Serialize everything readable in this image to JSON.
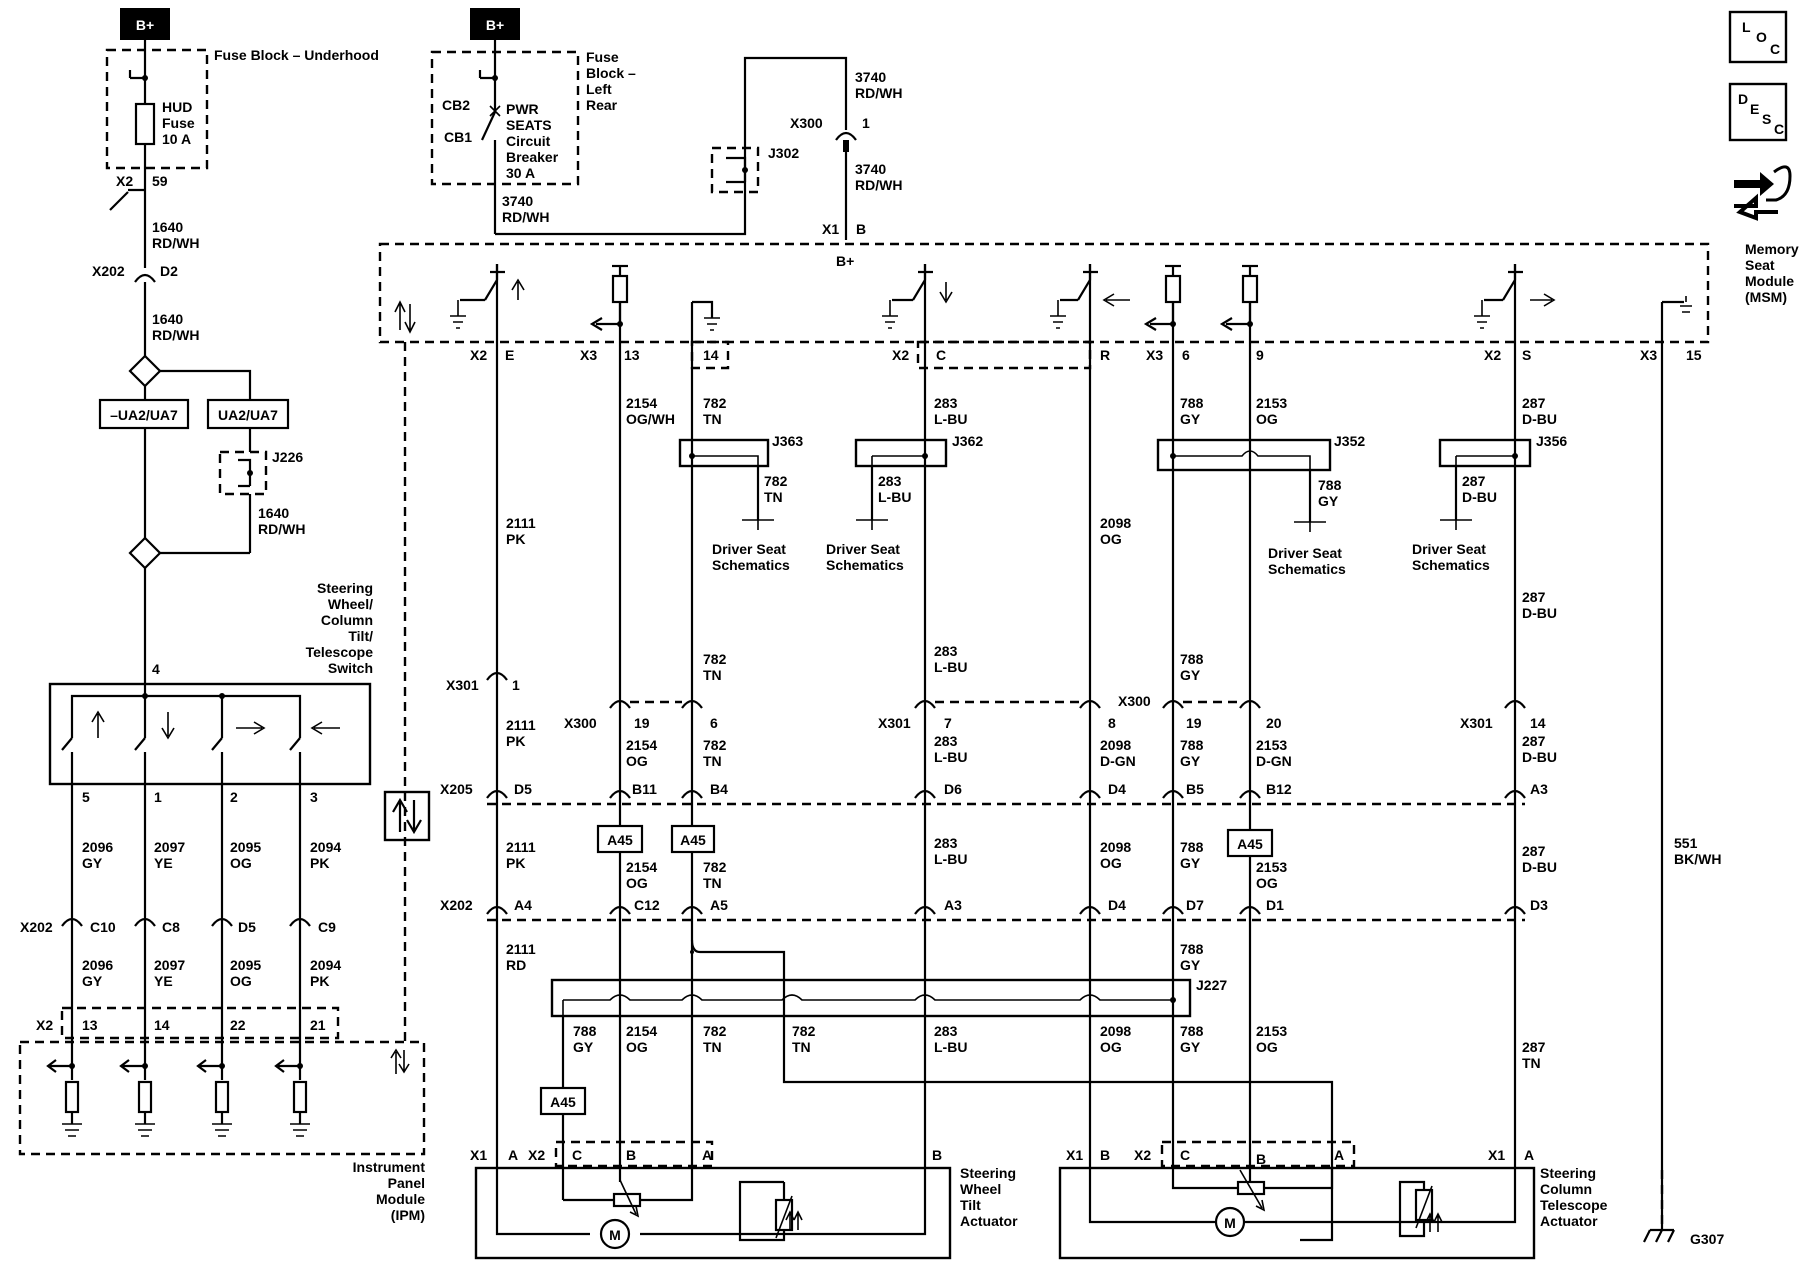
{
  "power": {
    "bplus_label": "B+",
    "bplus_msm": "B+"
  },
  "fuse_block_underhood": {
    "title": "Fuse Block – Underhood",
    "fuse_label": "HUD Fuse 10 A",
    "connector": "X2",
    "pin": "59"
  },
  "fuse_block_left_rear": {
    "title": "Fuse Block – Left Rear",
    "breaker_label": "PWR SEATS Circuit Breaker 30 A",
    "cb2": "CB2",
    "cb1": "CB1"
  },
  "circuits": {
    "c1640": "1640",
    "rdwh": "RD/WH",
    "c3740": "3740",
    "x300": "X300",
    "x300_pin": "1",
    "x1": "X1",
    "x1_pin": "B",
    "x202": "X202",
    "x202_pin": "D2",
    "j302": "J302",
    "j226": "J226",
    "opt_no": "–UA2/UA7",
    "opt_yes": "UA2/UA7"
  },
  "msm": {
    "title": "Memory Seat Module (MSM)",
    "pins": [
      {
        "conn": "X2",
        "pin": "E"
      },
      {
        "conn": "X3",
        "pin": "13"
      },
      {
        "conn": "",
        "pin": "14"
      },
      {
        "conn": "X2",
        "pin": "C"
      },
      {
        "conn": "",
        "pin": "R"
      },
      {
        "conn": "X3",
        "pin": "6"
      },
      {
        "conn": "",
        "pin": "9"
      },
      {
        "conn": "X2",
        "pin": "S"
      },
      {
        "conn": "X3",
        "pin": "15"
      }
    ]
  },
  "switch": {
    "title": "Steering Wheel/ Column Tilt/ Telescope Switch",
    "pin_in": "4",
    "pins": [
      "5",
      "1",
      "2",
      "3"
    ],
    "wires_top": [
      {
        "num": "2096",
        "color": "GY"
      },
      {
        "num": "2097",
        "color": "YE"
      },
      {
        "num": "2095",
        "color": "OG"
      },
      {
        "num": "2094",
        "color": "PK"
      }
    ],
    "x202_pins": [
      "C10",
      "C8",
      "D5",
      "C9"
    ],
    "wires_bottom": [
      {
        "num": "2096",
        "color": "GY"
      },
      {
        "num": "2097",
        "color": "YE"
      },
      {
        "num": "2095",
        "color": "OG"
      },
      {
        "num": "2094",
        "color": "PK"
      }
    ],
    "ipm_conn": "X2",
    "ipm_pins": [
      "13",
      "14",
      "22",
      "21"
    ]
  },
  "ipm": {
    "title": "Instrument Panel Module (IPM)"
  },
  "splices": {
    "j363": "J363",
    "j362": "J362",
    "j352": "J352",
    "j356": "J356",
    "j227": "J227",
    "ref": "Driver Seat Schematics"
  },
  "columns": [
    {
      "id": "E",
      "w1": [
        "2111",
        "PK"
      ],
      "x301": "1",
      "w2": [
        "2111",
        "PK"
      ],
      "x205": "D5",
      "w3": [
        "2111",
        "PK"
      ],
      "x202": "A4",
      "w4": [
        "2111",
        "RD"
      ]
    },
    {
      "id": "13",
      "w1": [
        "2154",
        "OG/WH"
      ],
      "x300": "19",
      "w2": [
        "2154",
        "OG"
      ],
      "x205": "B11",
      "w3": [
        "2154",
        "OG"
      ],
      "x202": "C12",
      "w4": [
        "2154",
        "OG"
      ]
    },
    {
      "id": "14",
      "w1": [
        "782",
        "TN"
      ],
      "x300": "6",
      "w2": [
        "782",
        "TN"
      ],
      "x205": "B4",
      "w3": [
        "782",
        "TN"
      ],
      "x202": "A5",
      "w4": [
        "782",
        "TN"
      ]
    },
    {
      "id": "C",
      "w1": [
        "283",
        "L-BU"
      ],
      "x301": "7",
      "w2": [
        "283",
        "L-BU"
      ],
      "x205": "D6",
      "w3": [
        "283",
        "L-BU"
      ],
      "x202": "A3",
      "w4": [
        "283",
        "L-BU"
      ]
    },
    {
      "id": "R",
      "w1": [
        "2098",
        "OG"
      ],
      "x300": "8",
      "w2": [
        "2098",
        "D-GN"
      ],
      "x205": "D4",
      "w3": [
        "2098",
        "OG"
      ],
      "x202": "D4",
      "w4": [
        "2098",
        "OG"
      ]
    },
    {
      "id": "6",
      "w1": [
        "788",
        "GY"
      ],
      "x300": "19",
      "w2": [
        "788",
        "GY"
      ],
      "x205": "B5",
      "w3": [
        "788",
        "GY"
      ],
      "x202": "D7",
      "w4": [
        "788",
        "GY"
      ]
    },
    {
      "id": "9",
      "w1": [
        "2153",
        "OG"
      ],
      "x300": "20",
      "w2": [
        "2153",
        "D-GN"
      ],
      "x205": "B12",
      "w3": [
        "2153",
        "OG"
      ],
      "x202": "D1",
      "w4": [
        "2153",
        "OG"
      ]
    },
    {
      "id": "S",
      "w1": [
        "287",
        "D-BU"
      ],
      "x301": "14",
      "w2": [
        "287",
        "D-BU"
      ],
      "x205": "A3",
      "w3": [
        "287",
        "D-BU"
      ],
      "x202": "D3",
      "w4": [
        "287",
        "TN"
      ]
    }
  ],
  "connectors": {
    "x301": "X301",
    "x300": "X300",
    "x205": "X205",
    "x202": "X202",
    "a45": "A45"
  },
  "ground": {
    "wire": "551",
    "color": "BK/WH",
    "label": "G307"
  },
  "tilt_actuator": {
    "title": "Steering Wheel Tilt Actuator",
    "x1": "X1",
    "x1_a": "A",
    "x2": "X2",
    "x2_c": "C",
    "x2_b": "B",
    "x2_a": "A",
    "x1_b": "B",
    "motor": "M"
  },
  "tele_actuator": {
    "title": "Steering Column Telescope Actuator",
    "x1": "X1",
    "x1_b": "B",
    "x2": "X2",
    "x2_c": "C",
    "x2_b": "B",
    "x2_a": "A",
    "x1_a": "A",
    "motor": "M"
  },
  "icons": {
    "loc": {
      "l": "L",
      "o": "O",
      "c": "C"
    },
    "desc": {
      "d": "D",
      "e": "E",
      "s": "S",
      "c": "C"
    }
  },
  "j227_wire": {
    "num": "788",
    "color": "GY"
  },
  "j227_tn": {
    "num": "782",
    "color": "TN"
  },
  "j363_out": {
    "num": "782",
    "color": "TN"
  },
  "j362_out": {
    "num": "283",
    "color": "L-BU"
  },
  "j352_out": {
    "num": "788",
    "color": "GY"
  },
  "j356_out": {
    "num": "287",
    "color": "D-BU"
  }
}
